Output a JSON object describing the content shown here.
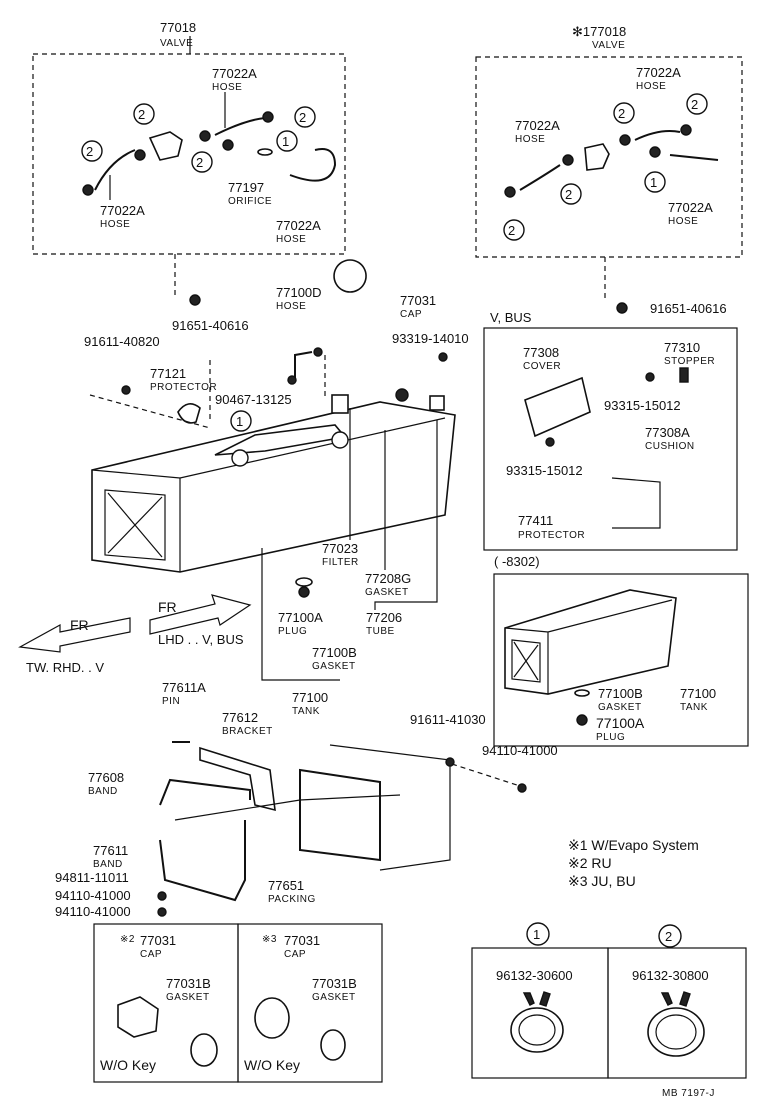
{
  "callouts": {
    "valve_l_pn": "77018",
    "valve_l_name": "VALVE",
    "valve_r_pn": "✻177018",
    "valve_r_name": "VALVE",
    "hose_a": "77022A",
    "hose_name": "HOSE",
    "orifice_pn": "77197",
    "orifice_name": "ORIFICE",
    "bolt_91651": "91651-40616",
    "bolt_91611": "91611-40820",
    "hose_d_pn": "77100D",
    "hose_d_name": "HOSE",
    "cap_pn": "77031",
    "cap_name": "CAP",
    "bolt_93319": "93319-14010",
    "protector_pn": "77121",
    "protector_name": "PROTECTOR",
    "clip_90467": "90467-13125",
    "vbus": "V, BUS",
    "cover_pn": "77308",
    "cover_name": "COVER",
    "stopper_pn": "77310",
    "stopper_name": "STOPPER",
    "screw_93315": "93315-15012",
    "cushion_pn": "77308A",
    "cushion_name": "CUSHION",
    "protector2_pn": "77411",
    "protector2_name": "PROTECTOR",
    "filter_pn": "77023",
    "filter_name": "FILTER",
    "gasket_g_pn": "77208G",
    "gasket_name": "GASKET",
    "tube_pn": "77206",
    "tube_name": "TUBE",
    "plug_pn": "77100A",
    "plug_name": "PLUG",
    "gasket_b_pn": "77100B",
    "tank_pn": "77100",
    "tank_name": "TANK",
    "range": "(      -8302)",
    "fr": "FR",
    "fr_left": "TW. RHD. . V",
    "fr_right": "LHD . . V, BUS",
    "pin_pn": "77611A",
    "pin_name": "PIN",
    "bracket_pn": "77612",
    "bracket_name": "BRACKET",
    "band_608": "77608",
    "band_name": "BAND",
    "band_611": "77611",
    "bolt_94811": "94811-11011",
    "nut_94110": "94110-41000",
    "bolt_91611b": "91611-41030",
    "packing_pn": "77651",
    "packing_name": "PACKING",
    "cap_b_pn": "77031B",
    "wo_key": "W/O Key",
    "note_mark1": "※2",
    "note_mark2": "※3",
    "clamp1_num": "1",
    "clamp2_num": "2",
    "clamp1_pn": "96132-30600",
    "clamp2_pn": "96132-30800",
    "ref": "MB 7197-J"
  },
  "notes": [
    {
      "mark": "※1",
      "text": "W/Evapo System"
    },
    {
      "mark": "※2",
      "text": "RU"
    },
    {
      "mark": "※3",
      "text": "JU, BU"
    }
  ]
}
